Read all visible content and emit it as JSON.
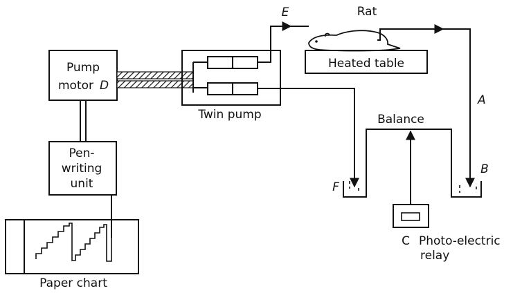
{
  "labels": {
    "pump_motor_line1": "Pump",
    "pump_motor_line2": "motor",
    "pump_motor_letter": "D",
    "twin_pump": "Twin pump",
    "rat": "Rat",
    "heated_table": "Heated table",
    "pen_line1": "Pen-",
    "pen_line2": "writing",
    "pen_line3": "unit",
    "paper_chart": "Paper chart",
    "balance": "Balance",
    "photo_line1": "Photo-electric",
    "photo_line2": "relay",
    "letter_a": "A",
    "letter_b": "B",
    "letter_c": "C",
    "letter_e": "E",
    "letter_f": "F"
  }
}
